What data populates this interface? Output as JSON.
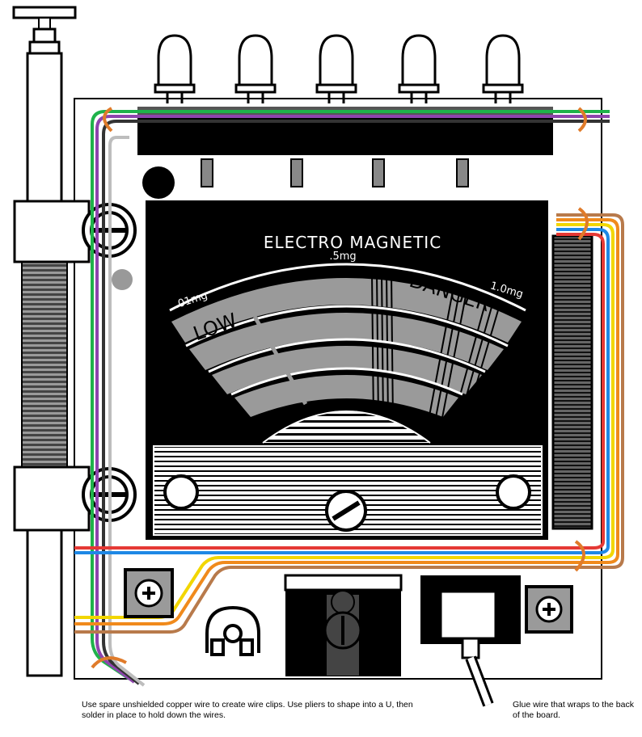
{
  "meter": {
    "title": "ELECTRO MAGNETIC",
    "mid_label": ".5mg",
    "min_label": ".01mg",
    "max_label": "1.0mg",
    "low_label": "LOW",
    "danger_label": "DANGER"
  },
  "notes": {
    "wire_clips": "Use spare unshielded copper wire to create wire clips. Use pliers to shape into a U, then solder in place to hold down the wires.",
    "glue_wire": "Glue wire that wraps to the back of the board."
  },
  "colors": {
    "board": "#ffffff",
    "meter_face": "#000000",
    "scale_gray": "#9a9a9a",
    "wire_green": "#1fb24a",
    "wire_purple": "#8e44ad",
    "wire_gray": "#bdbdbd",
    "wire_red": "#e53935",
    "wire_blue": "#1e88e5",
    "wire_yellow": "#f2d600",
    "wire_orange": "#f08a1c",
    "wire_brown": "#b87a4b",
    "clip_copper": "#e07b2a",
    "knob_black": "#111111"
  },
  "components": [
    "antenna-icon",
    "led-icon",
    "meter-icon",
    "screw-terminal-icon",
    "potentiometer-icon",
    "switch-icon",
    "battery-connector-icon"
  ]
}
